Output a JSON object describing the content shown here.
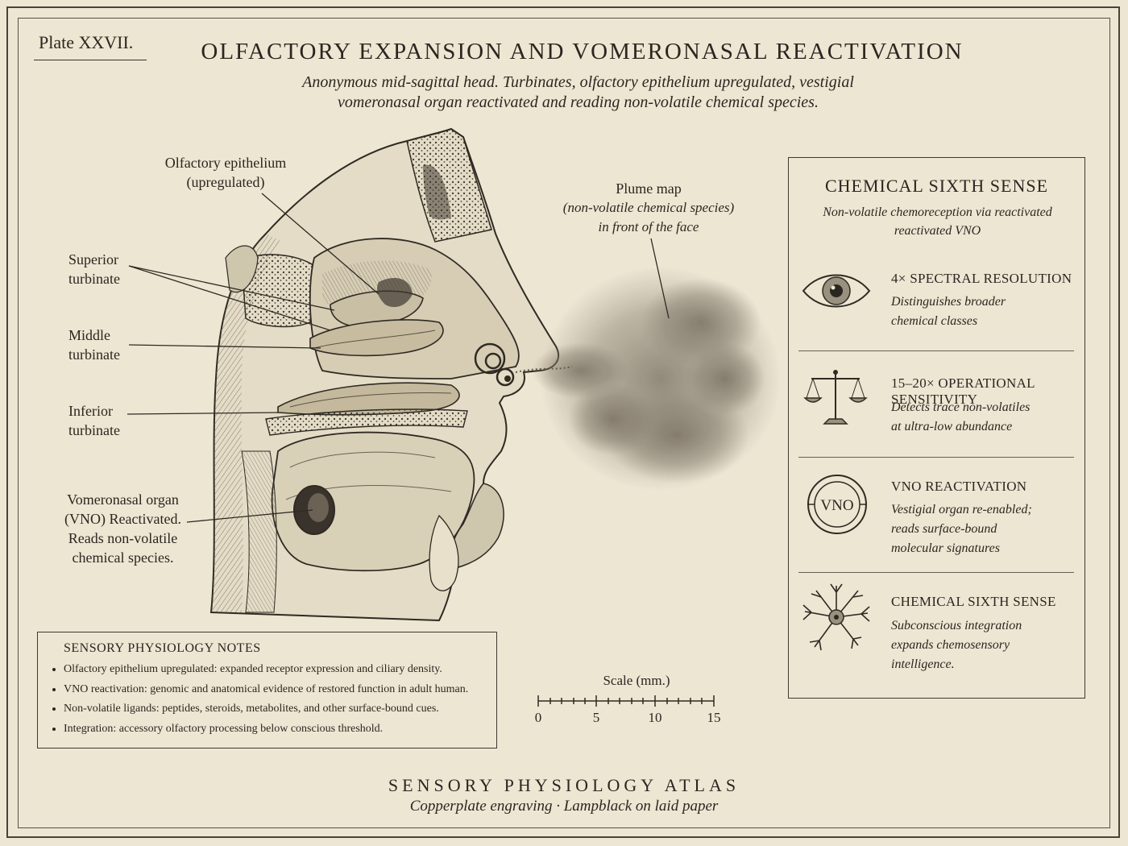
{
  "plate": "Plate XXVII.",
  "title": "OLFACTORY EXPANSION AND VOMERONASAL REACTIVATION",
  "subtitle": "Anonymous mid-sagittal head. Turbinates, olfactory epithelium upregulated, vestigial vomeronasal organ reactivated and reading non-volatile chemical species.",
  "labels": {
    "olfactory_1": "Olfactory epithelium",
    "olfactory_2": "(upregulated)",
    "superior_1": "Superior",
    "superior_2": "turbinate",
    "middle_1": "Middle",
    "middle_2": "turbinate",
    "inferior_1": "Inferior",
    "inferior_2": "turbinate",
    "vno_1": "Vomeronasal organ",
    "vno_2": "(VNO) Reactivated.",
    "vno_3": "Reads non-volatile",
    "vno_4": "chemical species."
  },
  "plume": {
    "title": "Plume map",
    "sub_1": "(non-volatile chemical species)",
    "sub_2": "in front of the face"
  },
  "panel": {
    "title": "CHEMICAL SIXTH SENSE",
    "sub_1": "Non-volatile chemoreception via reactivated",
    "sub_2": "reactivated VNO",
    "features": [
      {
        "icon": "eye-icon",
        "head": "4× SPECTRAL RESOLUTION",
        "body": [
          "Distinguishes broader",
          "chemical classes"
        ]
      },
      {
        "icon": "scales-icon",
        "head": "15–20× OPERATIONAL SENSITIVITY",
        "body": [
          "Detects trace non-volatiles",
          "at ultra-low abundance"
        ]
      },
      {
        "icon": "vno-seal-icon",
        "icon_text": "VNO",
        "head": "VNO REACTIVATION",
        "body": [
          "Vestigial organ re-enabled;",
          "reads surface-bound",
          "molecular signatures"
        ]
      },
      {
        "icon": "neuron-icon",
        "head": "CHEMICAL SIXTH SENSE",
        "body": [
          "Subconscious integration",
          "expands chemosensory",
          "intelligence."
        ]
      }
    ]
  },
  "notes": {
    "title": "SENSORY PHYSIOLOGY NOTES",
    "items": [
      "Olfactory epithelium upregulated: expanded receptor expression and ciliary density.",
      "VNO reactivation: genomic and anatomical evidence of restored function in adult human.",
      "Non-volatile ligands: peptides, steroids, metabolites, and other surface-bound cues.",
      "Integration: accessory olfactory processing below conscious threshold."
    ]
  },
  "scale": {
    "title": "Scale (mm.)",
    "ticks": [
      "0",
      "5",
      "10",
      "15"
    ]
  },
  "footer": {
    "title": "SENSORY PHYSIOLOGY ATLAS",
    "sub": "Copperplate engraving · Lampblack on laid paper"
  },
  "colors": {
    "paper": "#ede6d3",
    "ink": "#2b2620"
  }
}
